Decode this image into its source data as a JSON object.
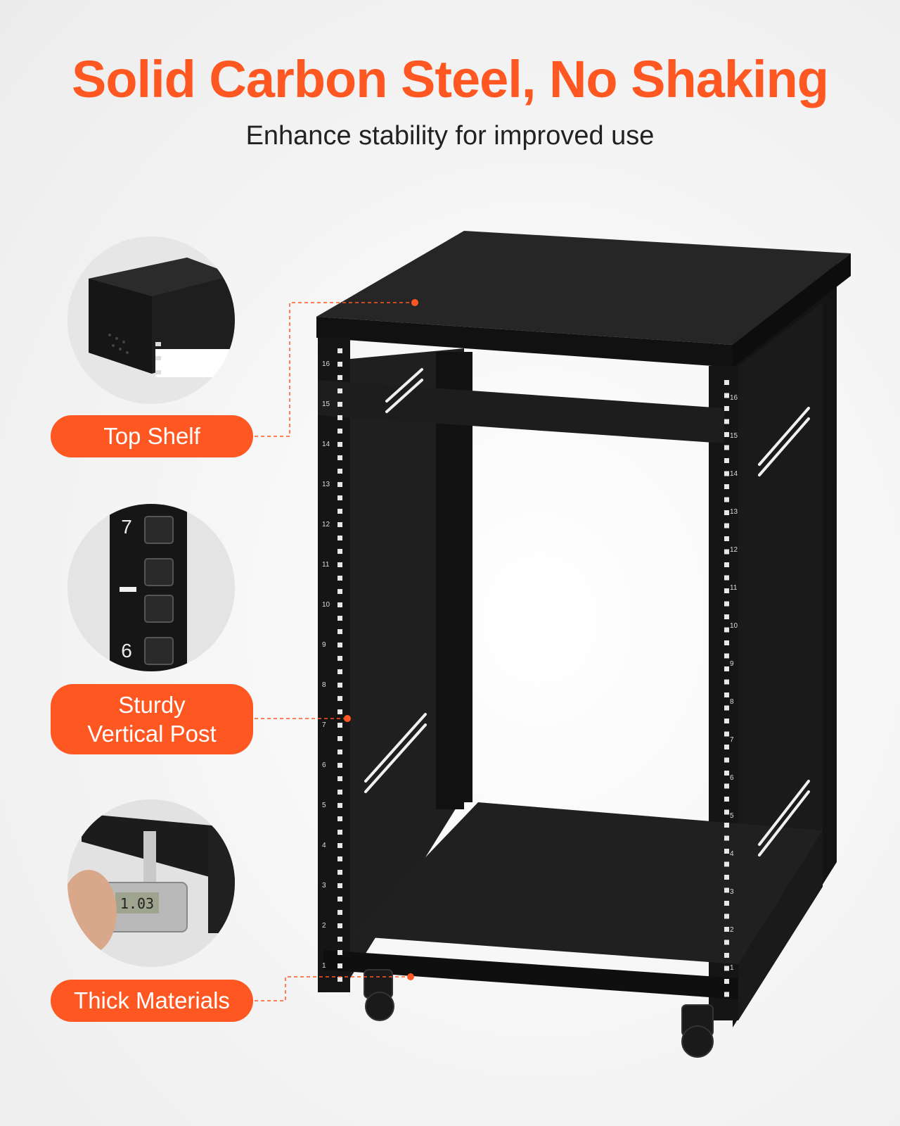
{
  "header": {
    "title": "Solid Carbon Steel, No Shaking",
    "subtitle": "Enhance stability for improved use"
  },
  "colors": {
    "accent": "#ff5722",
    "rack": "#1c1c1c",
    "background": "#f2f2f2"
  },
  "features": [
    {
      "label_lines": [
        "Top Shelf"
      ],
      "inset": "top-shelf-closeup"
    },
    {
      "label_lines": [
        "Sturdy",
        "Vertical Post"
      ],
      "inset": "post-numbering-closeup",
      "numbers": [
        "7",
        "6"
      ]
    },
    {
      "label_lines": [
        "Thick Materials"
      ],
      "inset": "caliper-closeup",
      "caliper_reading": "1.03"
    }
  ],
  "rack": {
    "unit_labels": [
      "16",
      "15",
      "14",
      "13",
      "12",
      "11",
      "10",
      "9",
      "8",
      "7",
      "6",
      "5",
      "4",
      "3",
      "2",
      "1"
    ]
  }
}
